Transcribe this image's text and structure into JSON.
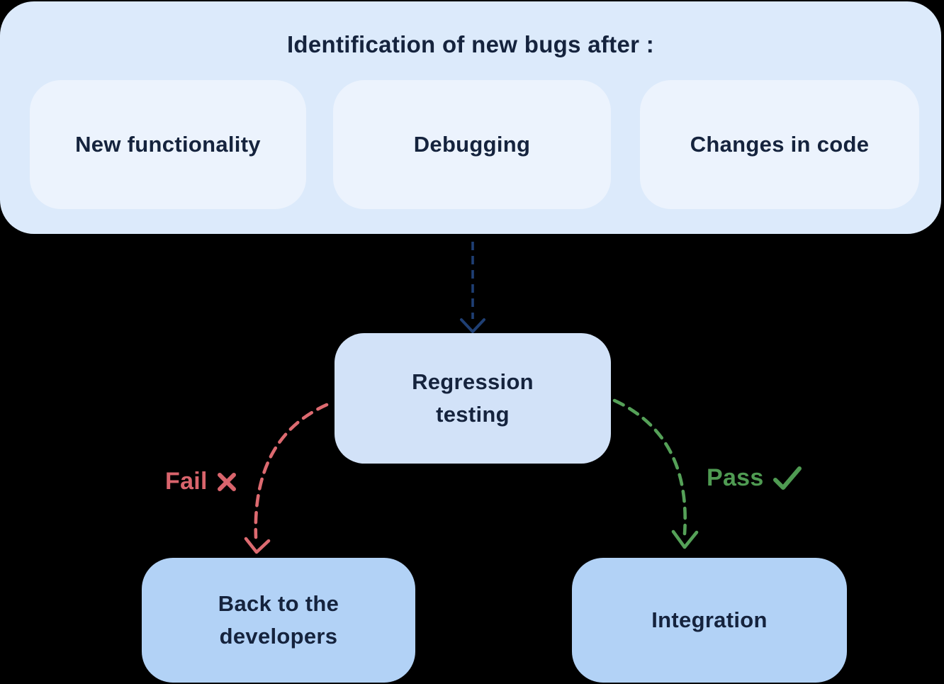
{
  "top_panel": {
    "title": "Identification of new bugs after :",
    "items": [
      {
        "label": "New functionality"
      },
      {
        "label": "Debugging"
      },
      {
        "label": "Changes in code"
      }
    ]
  },
  "flow": {
    "regression_node": {
      "line1": "Regression",
      "line2": "testing"
    },
    "fail_edge": {
      "label": "Fail",
      "icon": "cross-icon"
    },
    "pass_edge": {
      "label": "Pass",
      "icon": "check-icon"
    },
    "back_node": {
      "line1": "Back to the",
      "line2": "developers"
    },
    "integration_node": {
      "label": "Integration"
    }
  },
  "colors": {
    "background": "#000000",
    "panel": "#dceafb",
    "panel_item": "#ecf3fd",
    "regression_node": "#d2e2f8",
    "bottom_nodes": "#b2d2f6",
    "text": "#15233d",
    "down_arrow": "#1f3f74",
    "fail_red": "#d9646c",
    "pass_green": "#4f9b52"
  }
}
